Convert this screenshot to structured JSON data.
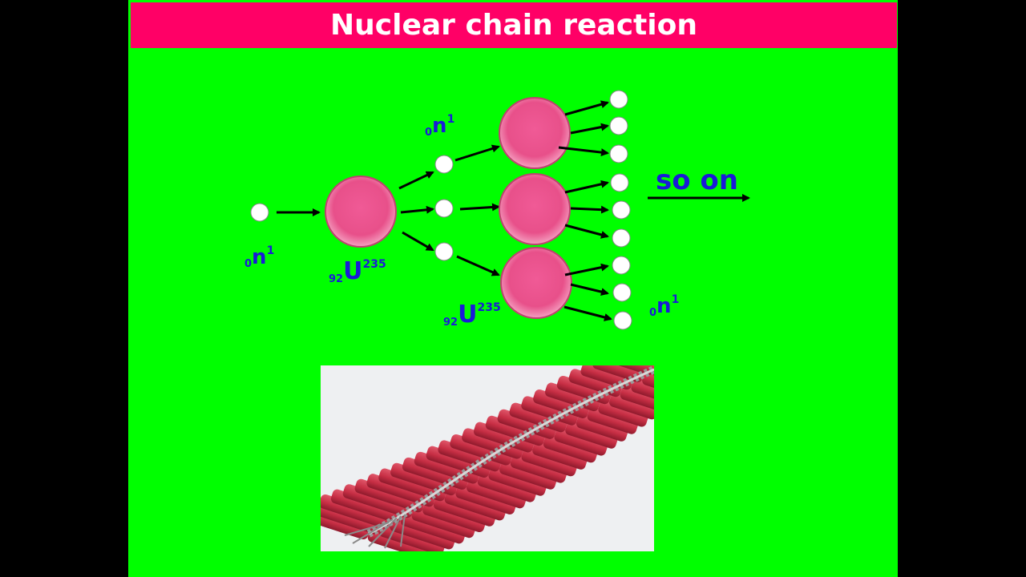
{
  "title": "Nuclear chain reaction",
  "labels": {
    "neutron": {
      "pre": "0",
      "main": "n",
      "sup": "1"
    },
    "uranium": {
      "pre": "92",
      "main": "U",
      "sup": "235"
    },
    "so_on": "so on"
  },
  "colors": {
    "background": "#00ff00",
    "title_bar": "#ff0066",
    "title_text": "#ffffff",
    "label_text": "#1a1ad8",
    "nucleus": "#e8508a",
    "neutron": "#ffffff",
    "arrow": "#000000"
  },
  "image": {
    "subject": "string of red firecrackers"
  }
}
